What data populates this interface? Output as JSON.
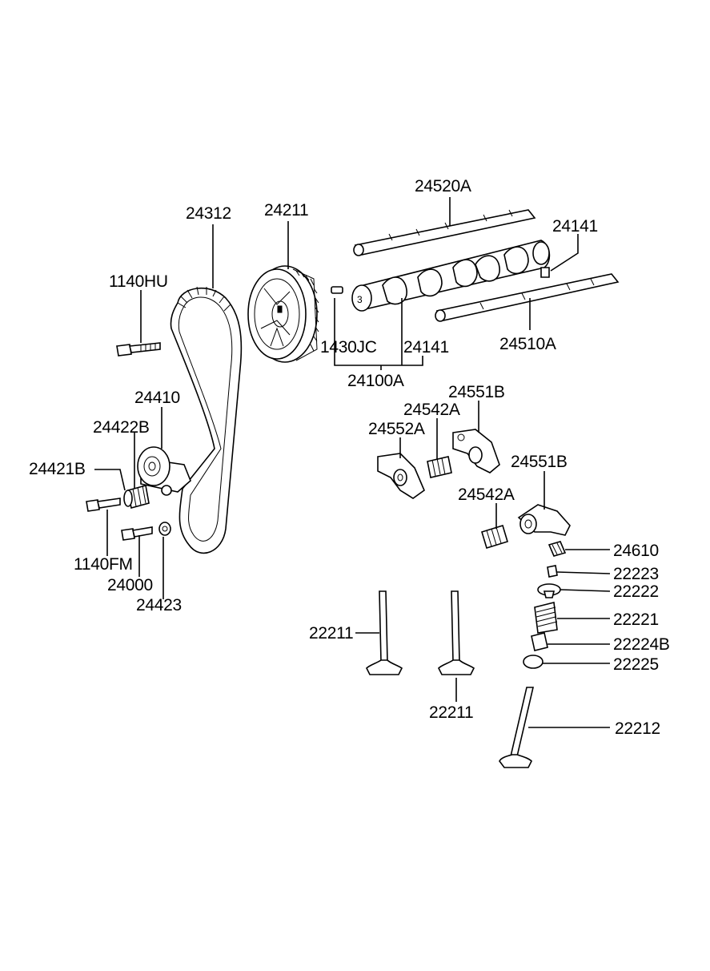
{
  "parts": {
    "p24520A": "24520A",
    "p24141_top": "24141",
    "p24312": "24312",
    "p24211": "24211",
    "p1140HU": "1140HU",
    "p1430JC": "1430JC",
    "p24141_mid": "24141",
    "p24510A": "24510A",
    "p24100A": "24100A",
    "p24410": "24410",
    "p24551B_top": "24551B",
    "p24542A_top": "24542A",
    "p24552A": "24552A",
    "p24422B": "24422B",
    "p24421B": "24421B",
    "p24551B_mid": "24551B",
    "p24542A_mid": "24542A",
    "p1140FM": "1140FM",
    "p24000": "24000",
    "p24423": "24423",
    "p24610": "24610",
    "p22223": "22223",
    "p22222": "22222",
    "p22221": "22221",
    "p22224B": "22224B",
    "p22225": "22225",
    "p22211_left": "22211",
    "p22211_mid": "22211",
    "p22212": "22212"
  }
}
